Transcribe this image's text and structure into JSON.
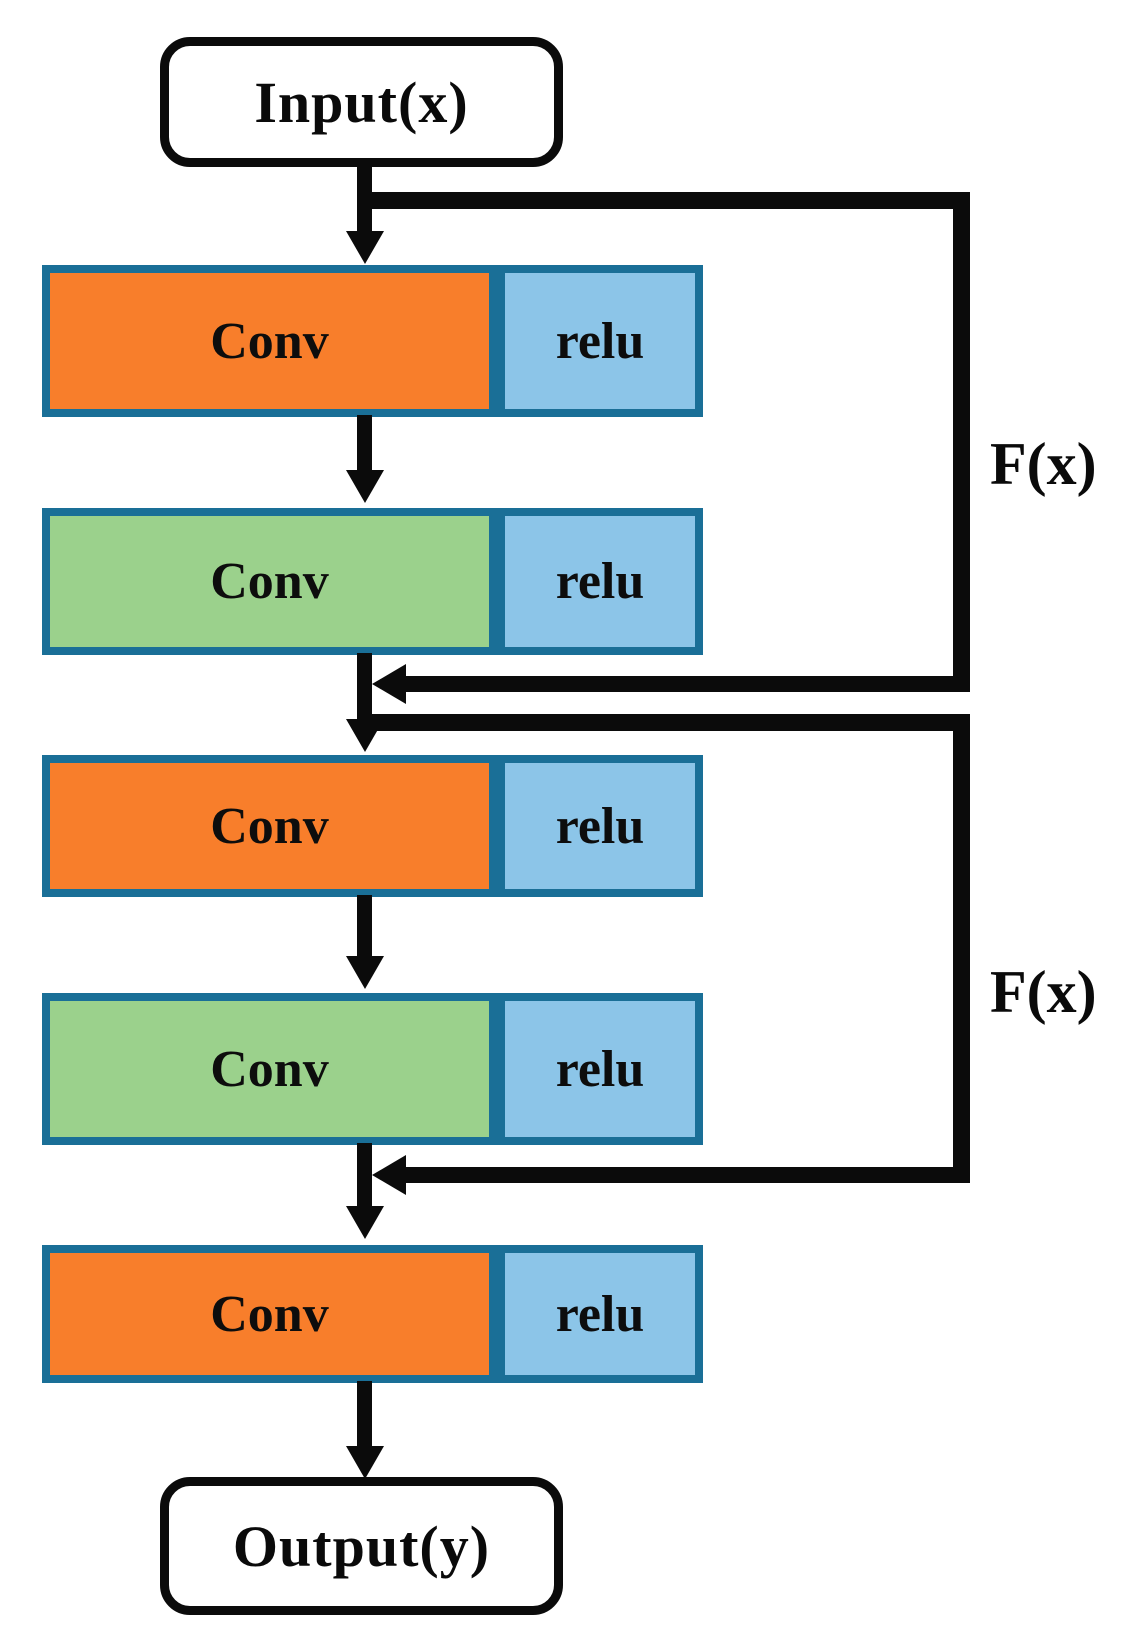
{
  "diagram": {
    "input": {
      "label": "Input(x)"
    },
    "output": {
      "label": "Output(y)"
    },
    "skip_connections": [
      {
        "label": "F(x)"
      },
      {
        "label": "F(x)"
      }
    ],
    "rows": [
      {
        "conv_label": "Conv",
        "act_label": "relu",
        "conv_color": "#F87E2B"
      },
      {
        "conv_label": "Conv",
        "act_label": "relu",
        "conv_color": "#9BD18C"
      },
      {
        "conv_label": "Conv",
        "act_label": "relu",
        "conv_color": "#F87E2B"
      },
      {
        "conv_label": "Conv",
        "act_label": "relu",
        "conv_color": "#9BD18C"
      },
      {
        "conv_label": "Conv",
        "act_label": "relu",
        "conv_color": "#F87E2B"
      }
    ],
    "colors": {
      "conv_orange": "#F87E2B",
      "conv_green": "#9BD18C",
      "relu_blue": "#8CC5E8",
      "border_teal": "#1A6F97",
      "line_black": "#0b0b0b"
    }
  }
}
